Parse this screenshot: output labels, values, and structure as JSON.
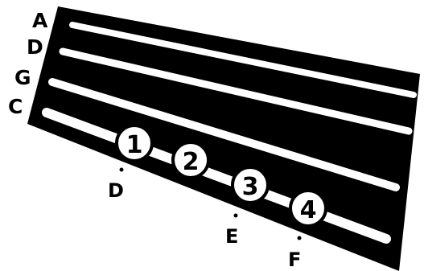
{
  "diagram": {
    "string_labels": [
      {
        "id": "a",
        "text": "A"
      },
      {
        "id": "d",
        "text": "D"
      },
      {
        "id": "g",
        "text": "G"
      },
      {
        "id": "c",
        "text": "C"
      }
    ],
    "fingers": [
      {
        "id": "1",
        "text": "1"
      },
      {
        "id": "2",
        "text": "2"
      },
      {
        "id": "3",
        "text": "3"
      },
      {
        "id": "4",
        "text": "4"
      }
    ],
    "notes": [
      {
        "id": "d",
        "text": "D"
      },
      {
        "id": "e",
        "text": "E"
      },
      {
        "id": "f",
        "text": "F"
      }
    ],
    "colors": {
      "fingerboard": "#000000",
      "string": "#ffffff",
      "background": "#ffffff"
    }
  }
}
